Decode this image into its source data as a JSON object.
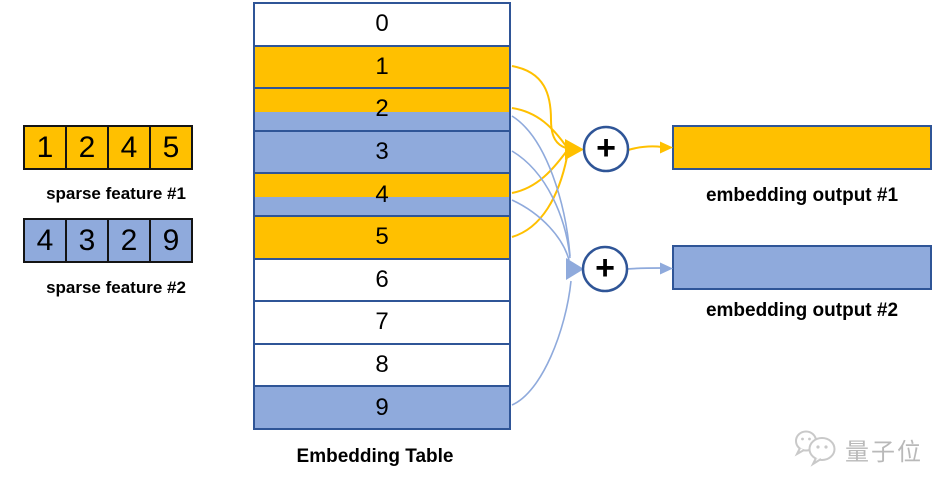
{
  "diagram": {
    "sparse_features": [
      {
        "label": "sparse feature #1",
        "values": [
          "1",
          "2",
          "4",
          "5"
        ],
        "color": "#FFC000"
      },
      {
        "label": "sparse feature #2",
        "values": [
          "4",
          "3",
          "2",
          "9"
        ],
        "color": "#8FAADC"
      }
    ],
    "embedding_table": {
      "title": "Embedding Table",
      "rows": [
        {
          "index": "0",
          "highlight": "none"
        },
        {
          "index": "1",
          "highlight": "feature1"
        },
        {
          "index": "2",
          "highlight": "both"
        },
        {
          "index": "3",
          "highlight": "feature2"
        },
        {
          "index": "4",
          "highlight": "both"
        },
        {
          "index": "5",
          "highlight": "feature1"
        },
        {
          "index": "6",
          "highlight": "none"
        },
        {
          "index": "7",
          "highlight": "none"
        },
        {
          "index": "8",
          "highlight": "none"
        },
        {
          "index": "9",
          "highlight": "feature2"
        }
      ]
    },
    "aggregators": [
      {
        "symbol": "+",
        "feeds": "embedding output #1"
      },
      {
        "symbol": "+",
        "feeds": "embedding output #2"
      }
    ],
    "connections": {
      "output1_source_rows": [
        "1",
        "2",
        "4",
        "5"
      ],
      "output2_source_rows": [
        "2",
        "3",
        "4",
        "9"
      ]
    },
    "outputs": [
      {
        "label": "embedding output #1",
        "color": "#FFC000"
      },
      {
        "label": "embedding output #2",
        "color": "#8FAADC"
      }
    ],
    "colors": {
      "feature1_orange": "#FFC000",
      "feature2_blue": "#8FAADC",
      "table_border_navy": "#2F5597",
      "cell_border_black": "#141414",
      "text_black": "#000000",
      "watermark_gray": "#b9b9b9"
    },
    "watermark": {
      "text": "量子位"
    }
  }
}
